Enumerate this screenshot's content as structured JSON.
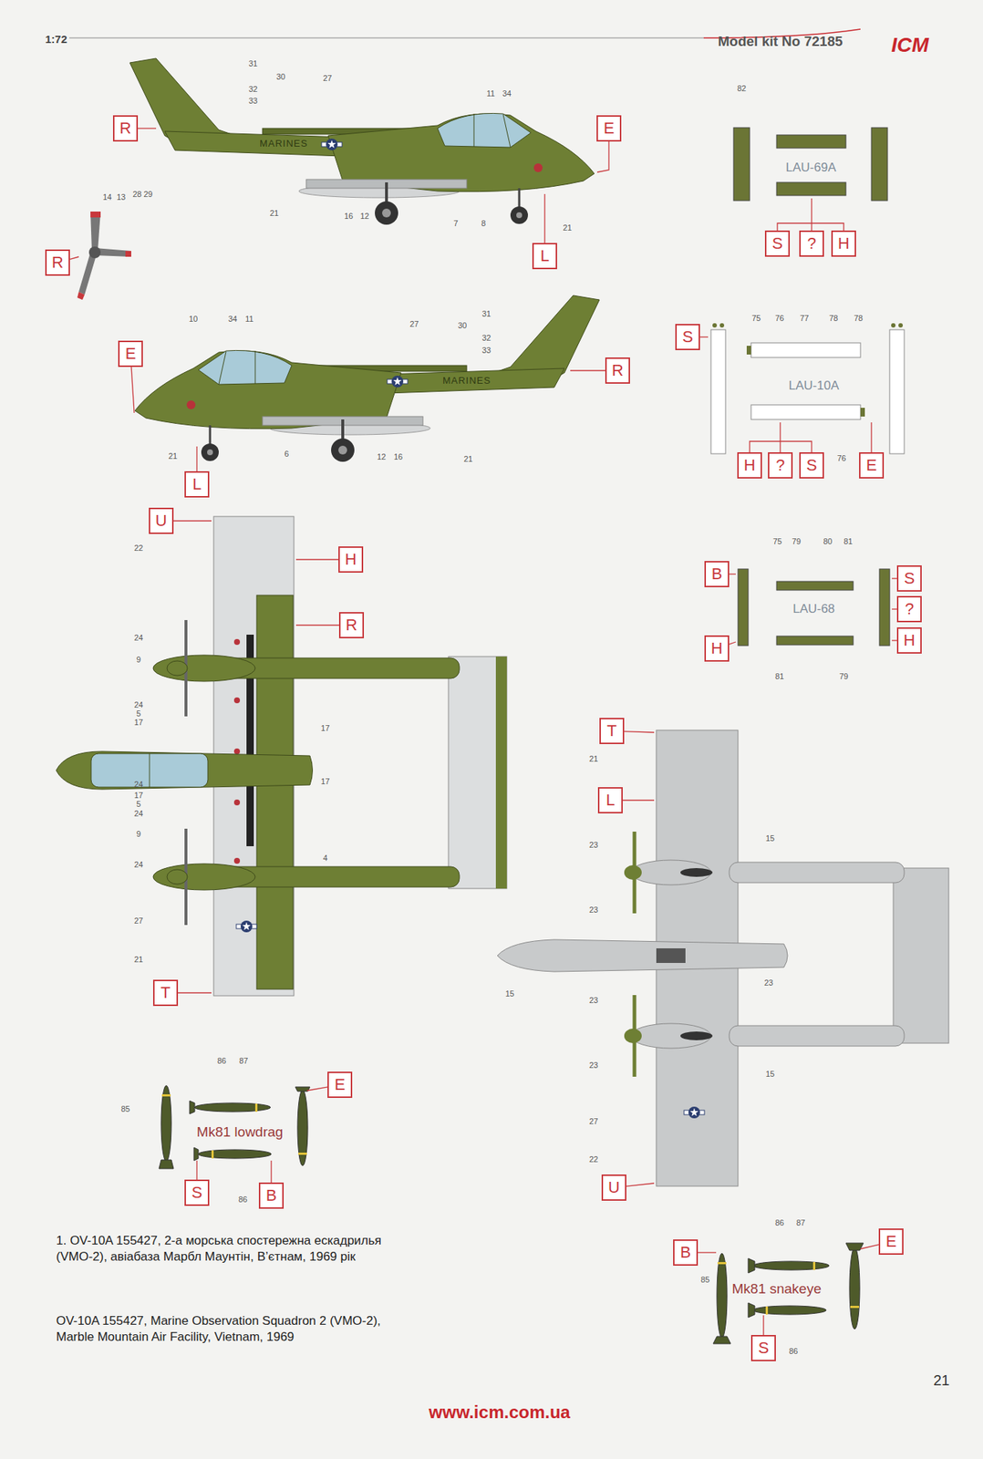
{
  "diagram": {
    "caption": "OV-10A 155427, Marine Observation Squadron 2 (VMO-2), Marble Mountain Air Facility, Vietnam, 1969",
    "nodes": [
      {
        "text": [
          "R"
        ]
      },
      {
        "text": [
          "E"
        ]
      },
      {
        "text": [
          "L"
        ]
      },
      {
        "text": [
          "R"
        ]
      },
      {
        "text": [
          "S"
        ]
      },
      {
        "text": [
          "?"
        ]
      },
      {
        "text": [
          "H"
        ]
      },
      {
        "text": [
          "S"
        ]
      },
      {
        "text": [
          "E"
        ]
      },
      {
        "text": [
          "R"
        ]
      },
      {
        "text": [
          "L"
        ]
      },
      {
        "text": [
          "H"
        ]
      },
      {
        "text": [
          "?"
        ]
      },
      {
        "text": [
          "S"
        ]
      },
      {
        "text": [
          "E"
        ]
      },
      {
        "text": [
          "U"
        ]
      },
      {
        "text": [
          "H"
        ]
      },
      {
        "text": [
          "B"
        ]
      },
      {
        "text": [
          "S"
        ]
      },
      {
        "text": [
          "?"
        ]
      },
      {
        "text": [
          "R"
        ]
      },
      {
        "text": [
          "H"
        ]
      },
      {
        "text": [
          "H"
        ]
      },
      {
        "text": [
          "T"
        ]
      },
      {
        "text": [
          "L"
        ]
      },
      {
        "text": [
          "T"
        ]
      },
      {
        "text": [
          "E"
        ]
      },
      {
        "text": [
          "U"
        ]
      },
      {
        "text": [
          "S"
        ]
      },
      {
        "text": [
          "B"
        ]
      },
      {
        "text": [
          "E"
        ]
      },
      {
        "text": [
          "B"
        ]
      },
      {
        "text": [
          "S"
        ]
      }
    ],
    "labels": [
      "1:72",
      "Model kit No 72185",
      "ICM",
      "31",
      "30",
      "32",
      "33",
      "27",
      "11",
      "34",
      "MARINES",
      "21",
      "16",
      "12",
      "7",
      "8",
      "21",
      "14",
      "13",
      "28",
      "29",
      "82",
      "LAU-69A",
      "10",
      "34",
      "11",
      "27",
      "30",
      "31",
      "32",
      "33",
      "MARINES",
      "21",
      "6",
      "12",
      "16",
      "21",
      "75",
      "76",
      "77",
      "78",
      "78",
      "LAU-10A",
      "76",
      "22",
      "24",
      "9",
      "24",
      "5",
      "17",
      "24",
      "17",
      "5",
      "24",
      "9",
      "24",
      "27",
      "21",
      "17",
      "17",
      "4",
      "75",
      "79",
      "80",
      "81",
      "LAU-68",
      "81",
      "79",
      "21",
      "15",
      "23",
      "23",
      "23",
      "15",
      "23",
      "23",
      "15",
      "27",
      "22",
      "86",
      "87",
      "85",
      "Mk81 lowdrag",
      "86",
      "86",
      "87",
      "85",
      "Mk81 snakeye",
      "86",
      "1. OV-10A 155427, 2-а морська спостережна ескадрилья (VMO-2), авіабаза Марбл Маунтін, В’єтнам, 1969 рік",
      "21",
      "www.icm.com.ua"
    ]
  }
}
